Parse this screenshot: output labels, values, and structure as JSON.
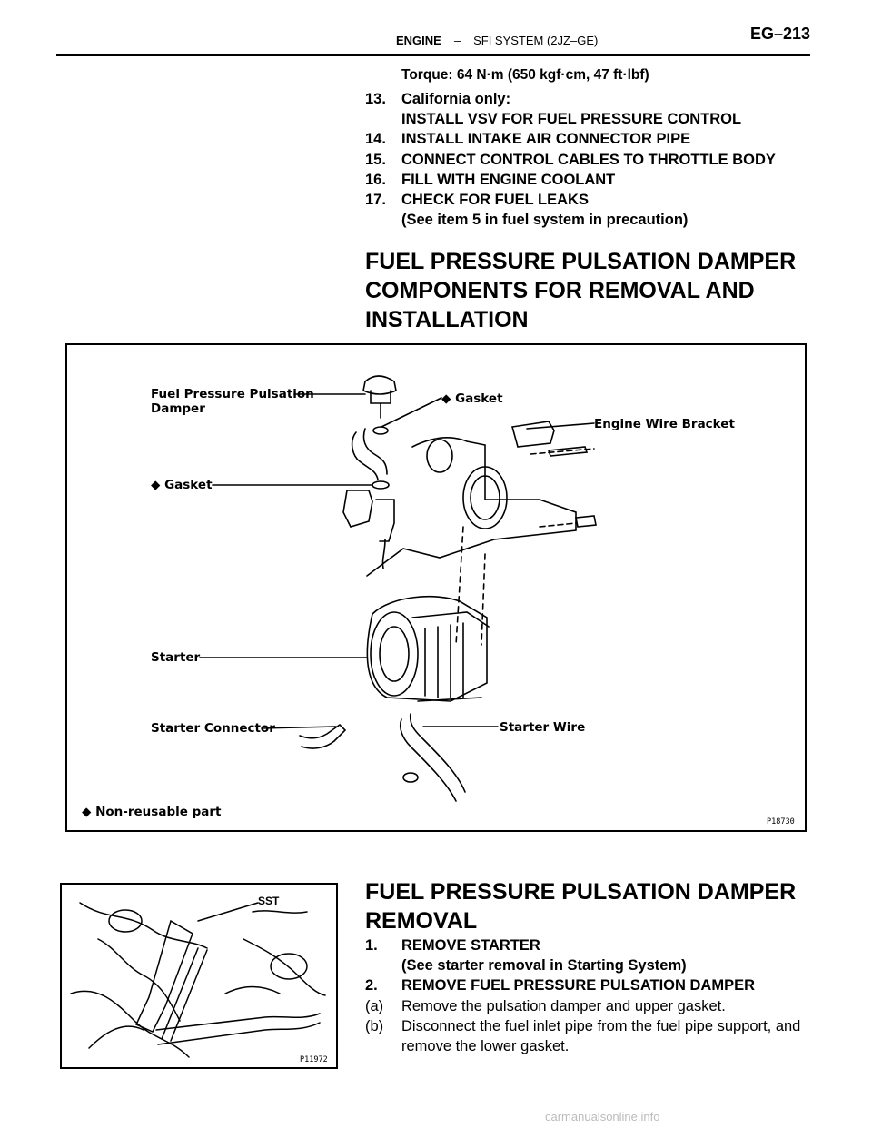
{
  "header": {
    "section": "ENGINE",
    "separator": "–",
    "subsection": "SFI SYSTEM (2JZ–GE)",
    "page_number": "EG–213"
  },
  "torque_line": "Torque: 64 N·m (650 kgf·cm, 47 ft·lbf)",
  "steps": [
    {
      "num": "13.",
      "text": "California only:",
      "sub": "INSTALL VSV FOR FUEL PRESSURE CONTROL"
    },
    {
      "num": "14.",
      "text": "INSTALL INTAKE AIR CONNECTOR PIPE"
    },
    {
      "num": "15.",
      "text": "CONNECT CONTROL CABLES TO THROTTLE BODY"
    },
    {
      "num": "16.",
      "text": "FILL WITH ENGINE COOLANT"
    },
    {
      "num": "17.",
      "text": "CHECK FOR FUEL LEAKS",
      "sub": "(See item 5 in fuel system in precaution)"
    }
  ],
  "components_heading": "FUEL PRESSURE PULSATION DAMPER COMPONENTS FOR REMOVAL AND INSTALLATION",
  "figure1": {
    "labels": {
      "damper_line1": "Fuel Pressure Pulsation",
      "damper_line2": "Damper",
      "gasket_upper": "◆ Gasket",
      "engine_wire_bracket": "Engine Wire Bracket",
      "gasket_lower": "◆ Gasket",
      "starter": "Starter",
      "starter_connector": "Starter Connector",
      "starter_wire": "Starter Wire",
      "non_reusable": "◆ Non-reusable part"
    },
    "code": "P18730"
  },
  "figure2": {
    "label_sst": "SST",
    "code": "P11972"
  },
  "removal_heading": "FUEL PRESSURE PULSATION DAMPER REMOVAL",
  "removal_steps": [
    {
      "num": "1.",
      "text": "REMOVE STARTER",
      "sub": "(See starter removal in Starting System)",
      "bold": true
    },
    {
      "num": "2.",
      "text": "REMOVE FUEL PRESSURE PULSATION DAMPER",
      "bold": true
    },
    {
      "num": "(a)",
      "text": "Remove the pulsation damper and upper gasket.",
      "bold": false
    },
    {
      "num": "(b)",
      "text": "Disconnect the fuel inlet pipe from the fuel pipe support, and remove the lower gasket.",
      "bold": false
    }
  ],
  "watermark": "carmanualsonline.info"
}
